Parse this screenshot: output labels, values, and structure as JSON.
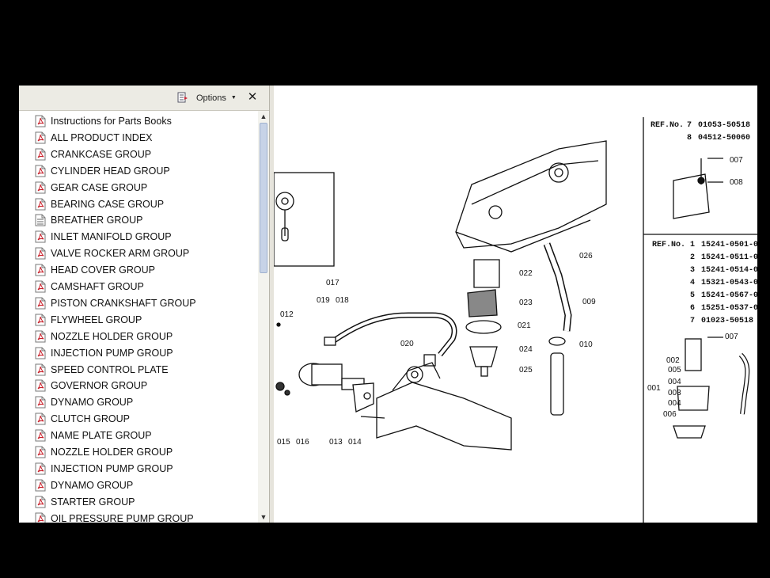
{
  "panel": {
    "options_label": "Options",
    "close_glyph": "✕",
    "bookmarks": [
      {
        "label": "Instructions for Parts Books",
        "icon": "pdf"
      },
      {
        "label": "ALL PRODUCT INDEX",
        "icon": "pdf"
      },
      {
        "label": "CRANKCASE GROUP",
        "icon": "pdf"
      },
      {
        "label": "CYLINDER HEAD GROUP",
        "icon": "pdf"
      },
      {
        "label": "GEAR CASE GROUP",
        "icon": "pdf"
      },
      {
        "label": "BEARING CASE GROUP",
        "icon": "pdf"
      },
      {
        "label": "BREATHER GROUP",
        "icon": "page"
      },
      {
        "label": "INLET MANIFOLD GROUP",
        "icon": "pdf"
      },
      {
        "label": "VALVE ROCKER ARM GROUP",
        "icon": "pdf"
      },
      {
        "label": "HEAD COVER GROUP",
        "icon": "pdf"
      },
      {
        "label": "CAMSHAFT GROUP",
        "icon": "pdf"
      },
      {
        "label": "PISTON CRANKSHAFT GROUP",
        "icon": "pdf"
      },
      {
        "label": "FLYWHEEL GROUP",
        "icon": "pdf"
      },
      {
        "label": "NOZZLE HOLDER GROUP",
        "icon": "pdf"
      },
      {
        "label": "INJECTION PUMP GROUP",
        "icon": "pdf"
      },
      {
        "label": "SPEED CONTROL PLATE",
        "icon": "pdf"
      },
      {
        "label": "GOVERNOR GROUP",
        "icon": "pdf"
      },
      {
        "label": "DYNAMO GROUP",
        "icon": "pdf"
      },
      {
        "label": "CLUTCH GROUP",
        "icon": "pdf"
      },
      {
        "label": "NAME PLATE GROUP",
        "icon": "pdf"
      },
      {
        "label": "NOZZLE HOLDER GROUP",
        "icon": "pdf"
      },
      {
        "label": "INJECTION PUMP GROUP",
        "icon": "pdf"
      },
      {
        "label": "DYNAMO GROUP",
        "icon": "pdf"
      },
      {
        "label": "STARTER GROUP",
        "icon": "pdf"
      },
      {
        "label": "OIL PRESSURE PUMP GROUP",
        "icon": "pdf"
      }
    ]
  },
  "diagram": {
    "ref_box_top": {
      "title": "REF.No.",
      "rows": [
        {
          "ref": "7",
          "part": "01053-50518"
        },
        {
          "ref": "8",
          "part": "04512-50060"
        }
      ]
    },
    "ref_box_bottom": {
      "title": "REF.No.",
      "rows": [
        {
          "ref": "1",
          "part": "15241-0501-0"
        },
        {
          "ref": "2",
          "part": "15241-0511-0"
        },
        {
          "ref": "3",
          "part": "15241-0514-0"
        },
        {
          "ref": "4",
          "part": "15321-0543-0"
        },
        {
          "ref": "5",
          "part": "15241-0567-0"
        },
        {
          "ref": "6",
          "part": "15251-0537-0"
        },
        {
          "ref": "7",
          "part": "01023-50518"
        }
      ]
    },
    "callouts": {
      "c007a": "007",
      "c008": "008",
      "c012": "012",
      "c017": "017",
      "c019": "019",
      "c018": "018",
      "c015": "015",
      "c016": "016",
      "c013": "013",
      "c014": "014",
      "c020": "020",
      "c022": "022",
      "c023": "023",
      "c021": "021",
      "c024": "024",
      "c025": "025",
      "c026": "026",
      "c009": "009",
      "c010": "010",
      "c007b": "007",
      "c002": "002",
      "c005": "005",
      "c004a": "004",
      "c003": "003",
      "c004b": "004",
      "c001": "001",
      "c006": "006"
    }
  }
}
